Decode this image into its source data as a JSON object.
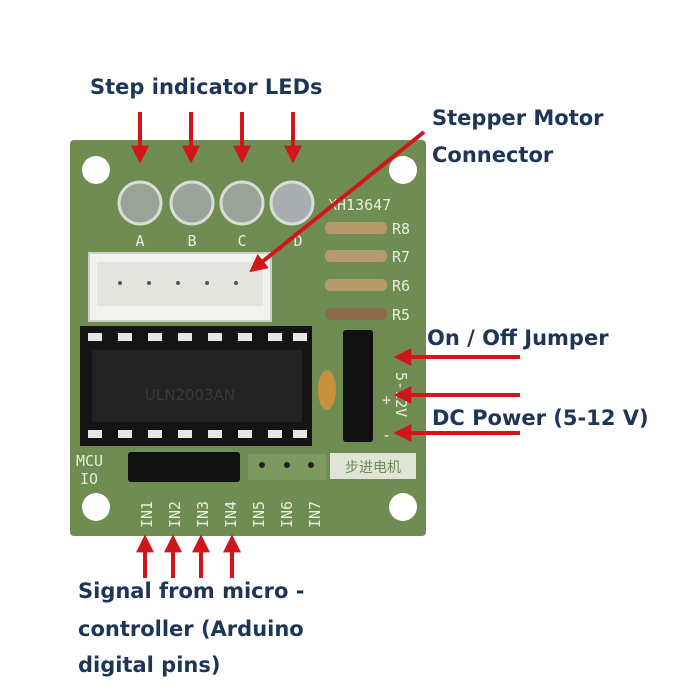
{
  "labels": {
    "leds": "Step indicator LEDs",
    "connector_line1": "Stepper Motor",
    "connector_line2": "Connector",
    "jumper": "On / Off Jumper",
    "power": "DC Power (5-12 V)",
    "signal_line1": "Signal from micro -",
    "signal_line2": "controller (Arduino",
    "signal_line3": "digital pins)"
  },
  "board": {
    "led_letters": [
      "A",
      "B",
      "C",
      "D"
    ],
    "part_code": "XH13647",
    "resistors": [
      "R8",
      "R7",
      "R6",
      "R5"
    ],
    "mcu_label": "MCU",
    "io_label": "IO",
    "inputs": [
      "IN1",
      "IN2",
      "IN3",
      "IN4",
      "IN5",
      "IN6",
      "IN7"
    ],
    "chip_text": "ULN2003AN",
    "power_marks": [
      "+",
      "-"
    ],
    "power_text": "5-12V",
    "chinese_label": "步进电机"
  },
  "colors": {
    "board": "#6f8c52",
    "label": "#1d3557",
    "arrow": "#d0161b"
  }
}
